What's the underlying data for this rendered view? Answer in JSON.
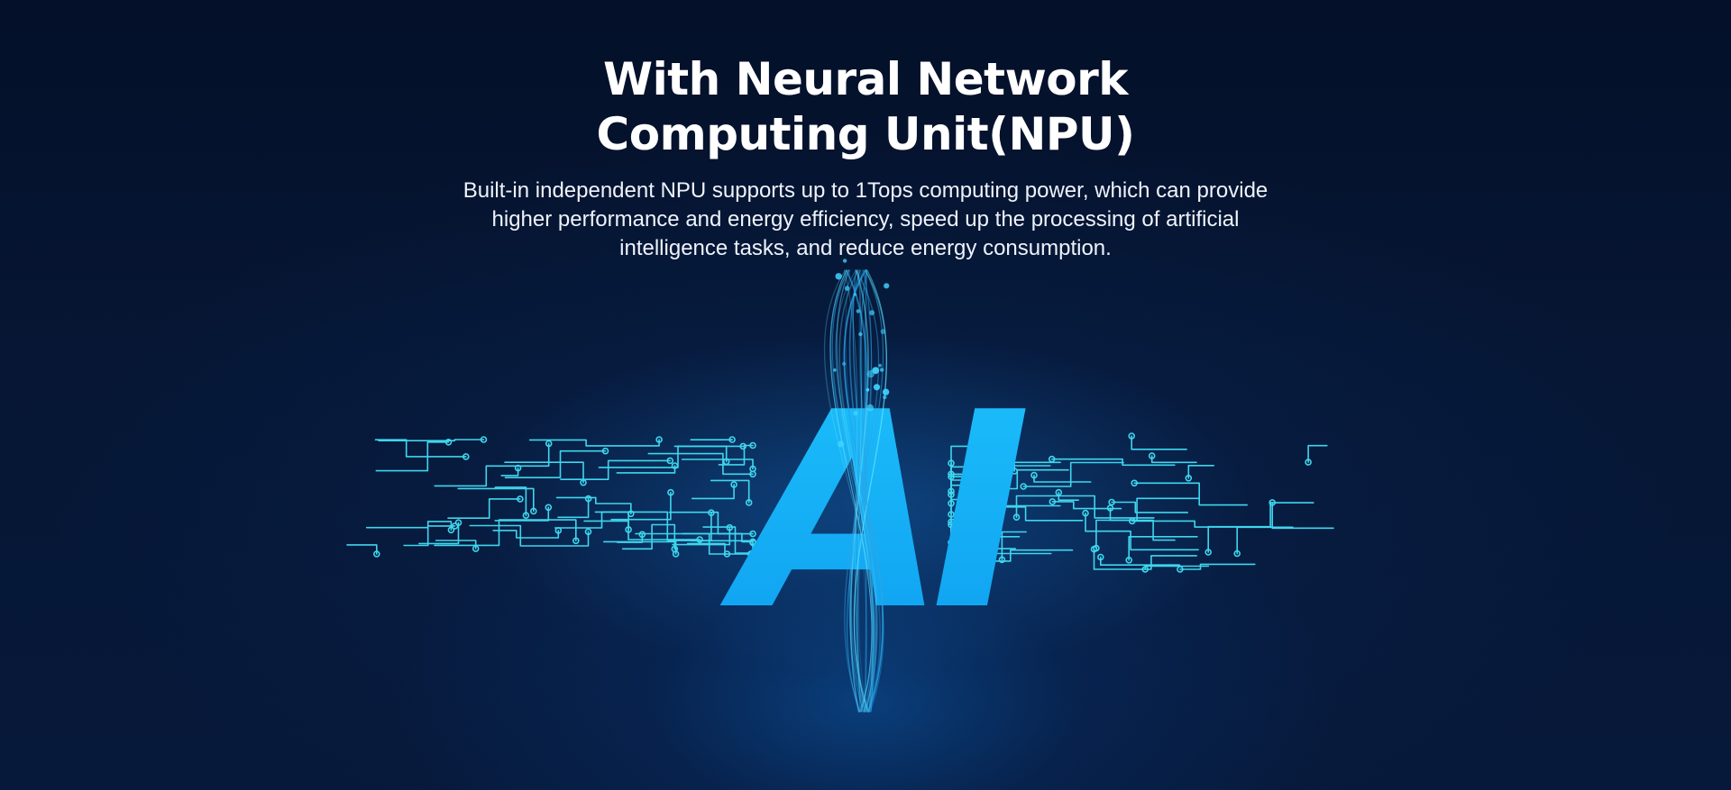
{
  "hero": {
    "title_line1": "With Neural Network",
    "title_line2": "Computing Unit(NPU)",
    "description": "Built-in independent NPU supports up to 1Tops computing power, which can provide higher performance and energy efficiency, speed up the processing of artificial intelligence tasks, and reduce energy consumption."
  },
  "illustration": {
    "name": "ai-circuit-illustration",
    "glyph_text": "AI",
    "colors": {
      "background": "#061634",
      "accent": "#18b4f5",
      "circuit": "#3fd6ee"
    }
  }
}
